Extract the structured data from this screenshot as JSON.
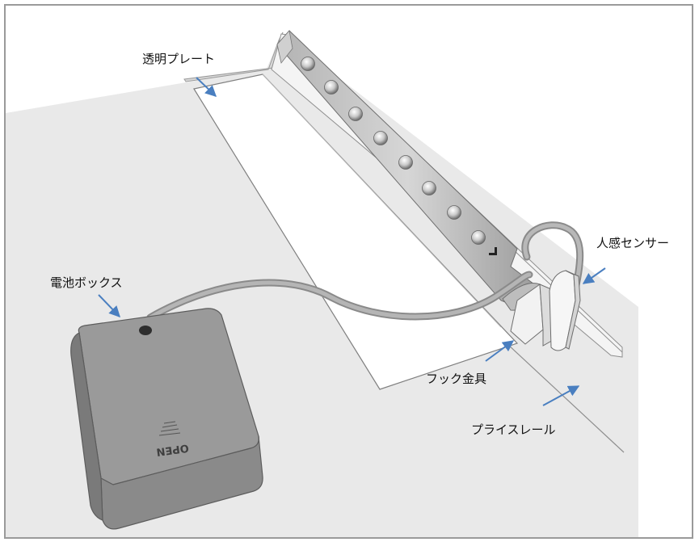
{
  "labels": {
    "transparent_plate": "透明プレート",
    "motion_sensor": "人感センサー",
    "battery_box": "電池ボックス",
    "hook_bracket": "フック金具",
    "price_rail": "プライスレール"
  },
  "battery_box_text": "OPEN",
  "colors": {
    "frame": "#9a9a9a",
    "shelf": "#e9e9e9",
    "plate": "#ffffff",
    "bar": "#c4c4c4",
    "cable": "#a8a8a8",
    "box": "#9b9b9b",
    "arrow": "#4a7fc0"
  }
}
